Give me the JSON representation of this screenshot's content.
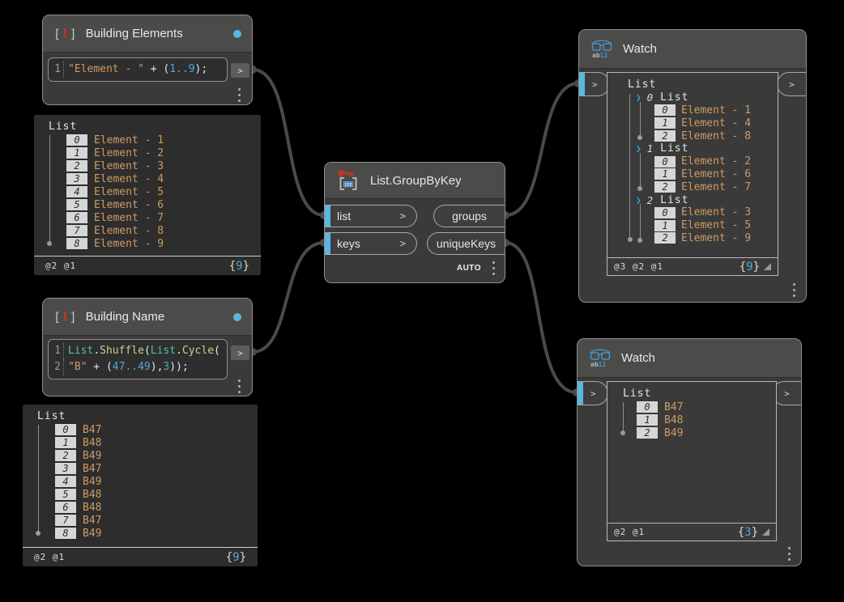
{
  "syntax": {
    "brace_open": "{",
    "brace_close": "}"
  },
  "colors": {
    "accent_blue": "#59b7e0",
    "string_orange": "#d09a62",
    "number_blue": "#58a6d6",
    "class_teal": "#4fc1ad",
    "function_green": "#c6d387",
    "wire_gray": "#4a4a4a",
    "key_red": "#b5372c",
    "node_header_gray": "#4b4b49",
    "node_body_gray": "#3a3a3a",
    "preview_panel_gray": "#2d2d2d"
  },
  "building_elements": {
    "title": "Building Elements",
    "output_arrow": ">",
    "code_lines": [
      {
        "no": "1",
        "tokens": [
          {
            "text": "\"Element - \"",
            "type": "str"
          },
          {
            "text": " + (",
            "type": "pln"
          },
          {
            "text": "1..9",
            "type": "num"
          },
          {
            "text": ");",
            "type": "pln"
          }
        ]
      }
    ]
  },
  "elements_preview": {
    "root_label": "List",
    "items": [
      {
        "index": "0",
        "value": "Element - 1"
      },
      {
        "index": "1",
        "value": "Element - 2"
      },
      {
        "index": "2",
        "value": "Element - 3"
      },
      {
        "index": "3",
        "value": "Element - 4"
      },
      {
        "index": "4",
        "value": "Element - 5"
      },
      {
        "index": "5",
        "value": "Element - 6"
      },
      {
        "index": "6",
        "value": "Element - 7"
      },
      {
        "index": "7",
        "value": "Element - 8"
      },
      {
        "index": "8",
        "value": "Element - 9"
      }
    ],
    "footer_levels": "@2 @1",
    "footer_count": "9"
  },
  "building_name": {
    "title": "Building Name",
    "output_arrow": ">",
    "code_lines": [
      {
        "no": "1",
        "tokens": [
          {
            "text": "List",
            "type": "cls"
          },
          {
            "text": ".",
            "type": "pln"
          },
          {
            "text": "Shuffle",
            "type": "fn"
          },
          {
            "text": "(",
            "type": "pln"
          },
          {
            "text": "List",
            "type": "cls"
          },
          {
            "text": ".",
            "type": "pln"
          },
          {
            "text": "Cycle",
            "type": "fn"
          },
          {
            "text": "(",
            "type": "pln"
          }
        ]
      },
      {
        "no": "2",
        "tokens": [
          {
            "text": "\"B\"",
            "type": "str"
          },
          {
            "text": " + (",
            "type": "pln"
          },
          {
            "text": "47..49",
            "type": "num"
          },
          {
            "text": "),",
            "type": "pln"
          },
          {
            "text": "3",
            "type": "num"
          },
          {
            "text": "));",
            "type": "pln"
          }
        ]
      }
    ]
  },
  "name_preview": {
    "root_label": "List",
    "items": [
      {
        "index": "0",
        "value": "B47"
      },
      {
        "index": "1",
        "value": "B48"
      },
      {
        "index": "2",
        "value": "B49"
      },
      {
        "index": "3",
        "value": "B47"
      },
      {
        "index": "4",
        "value": "B49"
      },
      {
        "index": "5",
        "value": "B48"
      },
      {
        "index": "6",
        "value": "B48"
      },
      {
        "index": "7",
        "value": "B47"
      },
      {
        "index": "8",
        "value": "B49"
      }
    ],
    "footer_levels": "@2 @1",
    "footer_count": "9"
  },
  "group_by_key": {
    "title": "List.GroupByKey",
    "inputs": [
      {
        "label": "list",
        "arrow": ">"
      },
      {
        "label": "keys",
        "arrow": ">"
      }
    ],
    "outputs": [
      {
        "label": "groups"
      },
      {
        "label": "uniqueKeys"
      }
    ],
    "lacing": "AUTO"
  },
  "watch_groups": {
    "title": "Watch",
    "input_arrow": ">",
    "output_arrow": ">",
    "root_label": "List",
    "groups": [
      {
        "index": "0",
        "label": "List",
        "items": [
          {
            "index": "0",
            "value": "Element - 1"
          },
          {
            "index": "1",
            "value": "Element - 4"
          },
          {
            "index": "2",
            "value": "Element - 8"
          }
        ]
      },
      {
        "index": "1",
        "label": "List",
        "items": [
          {
            "index": "0",
            "value": "Element - 2"
          },
          {
            "index": "1",
            "value": "Element - 6"
          },
          {
            "index": "2",
            "value": "Element - 7"
          }
        ]
      },
      {
        "index": "2",
        "label": "List",
        "items": [
          {
            "index": "0",
            "value": "Element - 3"
          },
          {
            "index": "1",
            "value": "Element - 5"
          },
          {
            "index": "2",
            "value": "Element - 9"
          }
        ]
      }
    ],
    "footer_levels": "@3 @2 @1",
    "footer_count": "9"
  },
  "watch_keys": {
    "title": "Watch",
    "input_arrow": ">",
    "output_arrow": ">",
    "root_label": "List",
    "items": [
      {
        "index": "0",
        "value": "B47"
      },
      {
        "index": "1",
        "value": "B48"
      },
      {
        "index": "2",
        "value": "B49"
      }
    ],
    "footer_levels": "@2 @1",
    "footer_count": "3"
  }
}
